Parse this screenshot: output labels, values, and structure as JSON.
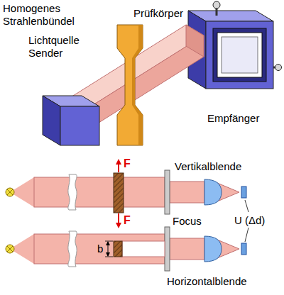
{
  "diagram": {
    "labels": [
      "Homogenes Strahlenbündel",
      "Prüfkörper",
      "Lichtquelle Sender",
      "Empfänger",
      "F",
      "Vertikalblende",
      "F",
      "Focus",
      "U (Δd)",
      "b",
      "Horizontalblende"
    ]
  }
}
